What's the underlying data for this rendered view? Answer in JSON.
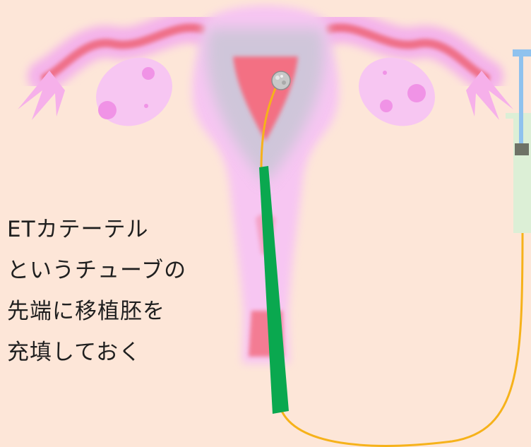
{
  "caption": {
    "line1": "ETカテーテル",
    "line2": "というチューブの",
    "line3": "先端に移植胚を",
    "line4": "充填しておく"
  },
  "colors": {
    "background": "#fde6d8",
    "uterus": "#f7c6f2",
    "uterine_cavity": "#f36f83",
    "fallopian_tube": "#ef6f88",
    "catheter_sheath": "#0aa84f",
    "catheter_tube": "#f6b21a",
    "embryo": "#c8c8c8",
    "syringe_plunger": "#8fc2ee",
    "syringe_barrel": "#dcefd6"
  }
}
